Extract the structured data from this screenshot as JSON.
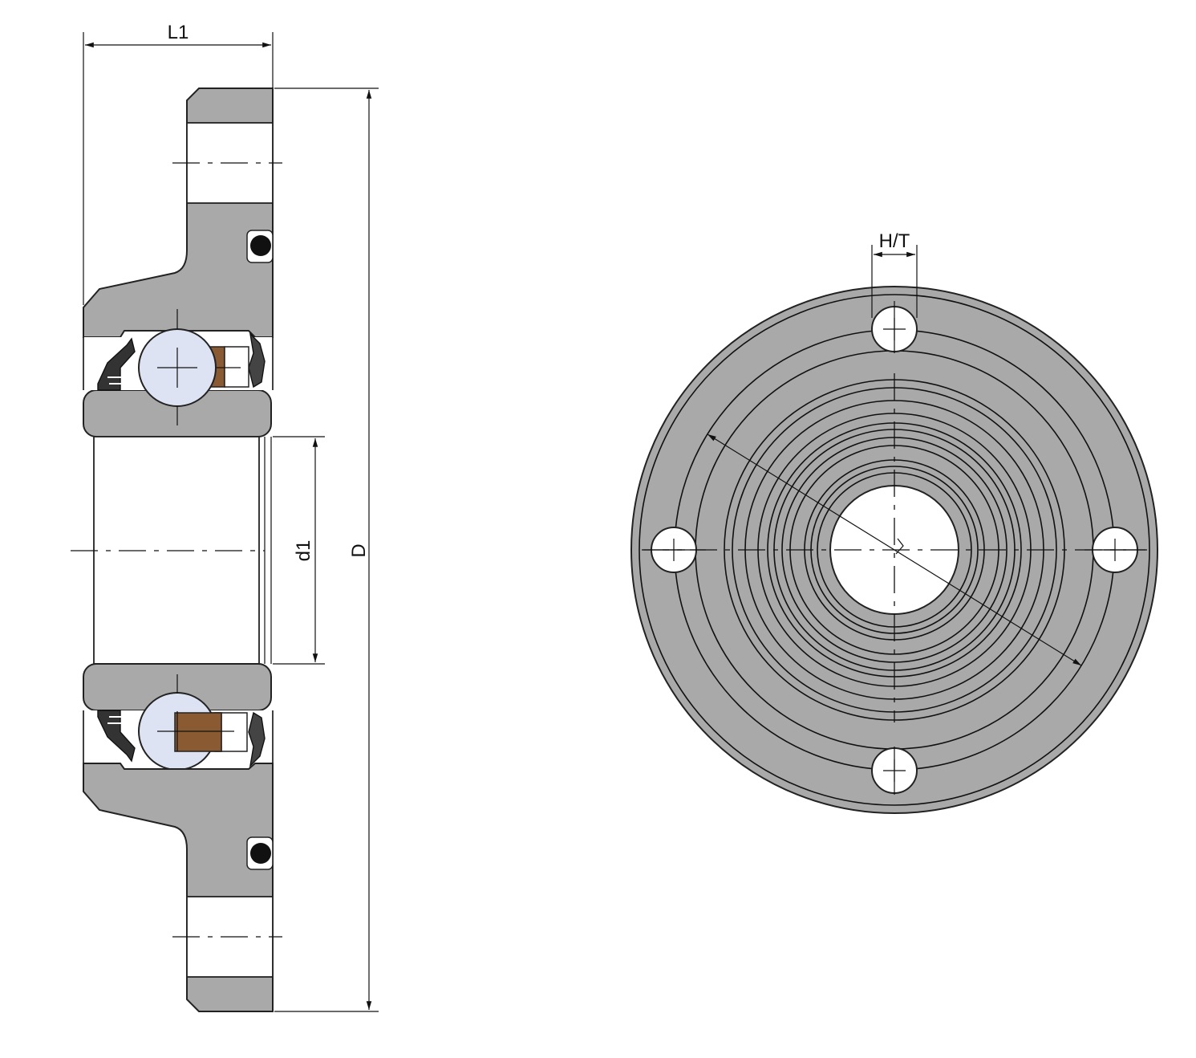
{
  "dimensions": {
    "l1": "L1",
    "d": "D",
    "d1": "d1",
    "ht": "H/T"
  },
  "colors": {
    "housing": "#a9a9a9",
    "ball": "#dde3f2",
    "bronze": "#8a5a32",
    "outline": "#222222"
  }
}
